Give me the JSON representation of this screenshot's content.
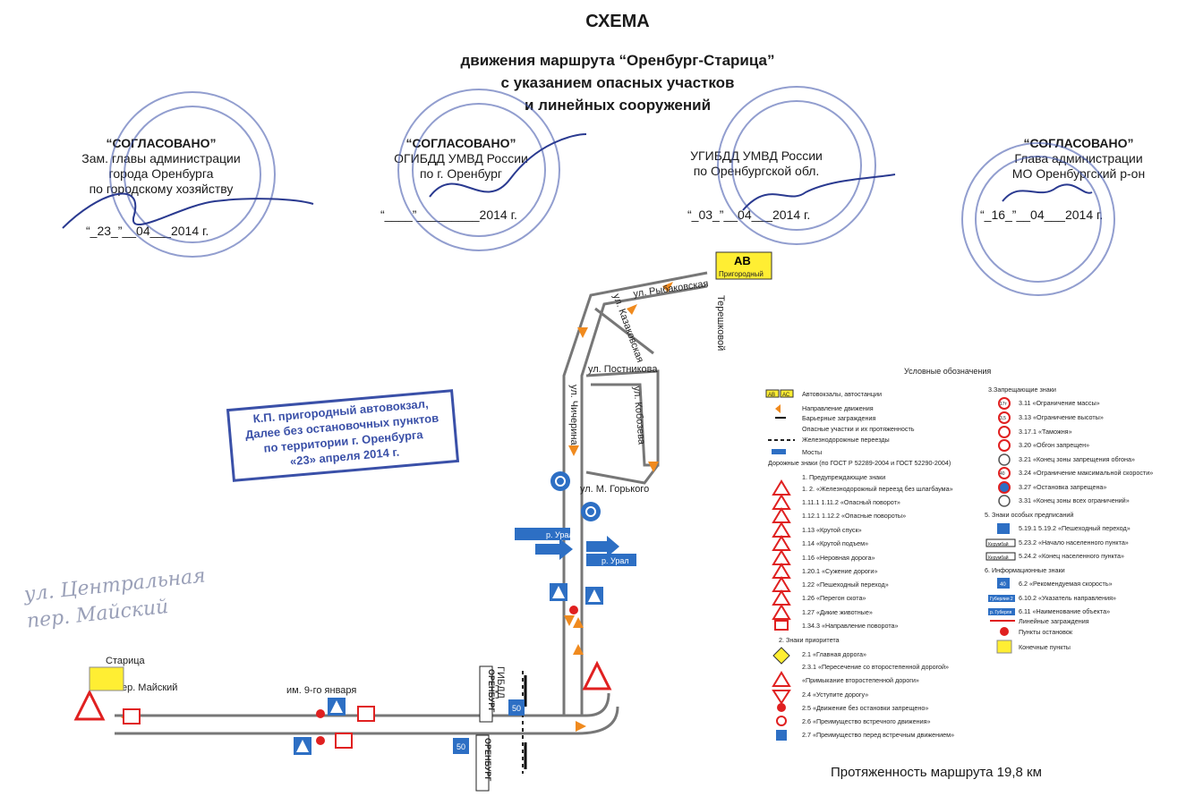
{
  "header": {
    "title": "СХЕМА",
    "line1": "движения маршрута “Оренбург-Старица”",
    "line2": "с указанием опасных участков",
    "line3": "и линейных сооружений"
  },
  "approvals": [
    {
      "heading": "“СОГЛАСОВАНО”",
      "l1": "Зам. главы администрации",
      "l2": "города Оренбурга",
      "l3": "по городскому хозяйству",
      "date": "“_23_”__04___2014 г."
    },
    {
      "heading": "“СОГЛАСОВАНО”",
      "l1": "ОГИБДД УМВД России",
      "l2": "по г. Оренбург",
      "l3": "",
      "date": "“____”_________2014 г."
    },
    {
      "heading": "",
      "l1": "УГИБДД УМВД России",
      "l2": "по Оренбургской обл.",
      "l3": "",
      "date": "“_03_”__04___2014 г."
    },
    {
      "heading": "“СОГЛАСОВАНО”",
      "l1": "Глава администрации",
      "l2": "МО Оренбургский р-он",
      "l3": "",
      "date": "“_16_”__04___2014 г."
    }
  ],
  "stamp_box": {
    "l1": "К.П. пригородный автовокзал,",
    "l2": "Далее без остановочных пунктов",
    "l3": "по территории г. Оренбурга",
    "l4": "«23» апреля 2014 г."
  },
  "handwritten": {
    "l1": "ул. Центральная",
    "l2": "пер. Майский"
  },
  "map": {
    "av_label": "АВ",
    "av_name": "Пригородный",
    "streets": {
      "rybakovskaya": "ул. Рыбаковская",
      "kazakovskaya": "ул. Казаковская",
      "tereshkovoy": "Терешковой",
      "postnikova": "ул. Постникова",
      "chicherina": "ул. Чичерина",
      "kobozeva": "ул. Кобозева",
      "gorkogo": "ул. М. Горького",
      "ural1": "р. Урал",
      "ural2": "р. Урал",
      "gibdd": "ГИБДД",
      "orenburg1": "ОРЕНБУРГ",
      "orenburg2": "ОРЕНБУРГ",
      "jan9": "им. 9-го января",
      "staritsa": "Старица",
      "mayskiy": "пер. Майский",
      "speed1": "50",
      "speed2": "50"
    }
  },
  "legend": {
    "title": "Условные обозначения",
    "left": [
      "Автовокзалы, автостанции",
      "Направление движения",
      "Барьерные заграждения",
      "Опасные участки и их протяженность",
      "Железнодорожные переезды",
      "Мосты",
      "Дорожные знаки (по ГОСТ Р 52289-2004 и ГОСТ 52290-2004)",
      "1. Предупреждающие знаки",
      "1. 2. «Железнодорожный переезд без шлагбаума»",
      "1.11.1 1.11.2 «Опасный поворот»",
      "1.12.1 1.12.2 «Опасные повороты»",
      "1.13 «Крутой спуск»",
      "1.14 «Крутой подъем»",
      "1.16 «Неровная дорога»",
      "1.20.1 «Сужение дороги»",
      "1.22 «Пешеходный переход»",
      "1.26 «Перегон скота»",
      "1.27 «Дикие животные»",
      "1.34.3 «Направление поворота»",
      "2. Знаки приоритета",
      "2.1 «Главная дорога»",
      "2.3.1 «Пересечение со второстепенной дорогой»",
      "«Примыкание второстепенной дороги»",
      "2.4 «Уступите дорогу»",
      "2.5 «Движение без остановки запрещено»",
      "2.6 «Преимущество встречного движения»",
      "2.7 «Преимущество перед встречным движением»"
    ],
    "right": [
      "3.Запрещающие знаки",
      "3.11 «Ограничение массы»",
      "3.13 «Ограничение высоты»",
      "3.17.1 «Таможня»",
      "3.20 «Обгон запрещен»",
      "3.21 «Конец зоны запрещения обгона»",
      "3.24 «Ограничение максимальной скорости»",
      "3.27 «Остановка запрещена»",
      "3.31 «Конец зоны всех ограничений»",
      "5. Знаки особых предписаний",
      "5.19.1 5.19.2 «Пешеходный переход»",
      "5.23.2 «Начало населенного пункта»",
      "5.24.2 «Конец населенного пункта»",
      "6. Информационные знаки",
      "6.2 «Рекомендуемая скорость»",
      "6.10.2 «Указатель направления»",
      "6.11 «Наименование объекта»",
      "Линейные заграждения",
      "Пункты остановок",
      "Конечные пункты"
    ],
    "sign_small": {
      "av": "АВ",
      "ac": "АС",
      "t17": "17т",
      "h35": "3,5",
      "v40": "40",
      "kerum1": "Керумбай",
      "kerum2": "Керумбай",
      "rec40": "40",
      "gub": "Губерлия 2",
      "gub2": "р. Губерля"
    }
  },
  "footer": {
    "text": "Протяженность маршрута  19,8   км"
  },
  "colors": {
    "stamp": "#3a50a8",
    "route": "#666666",
    "arrow": "#f08a1e",
    "sign_red": "#e02020",
    "terminal": "#ffee33",
    "sign_blue": "#2d6fc4"
  }
}
